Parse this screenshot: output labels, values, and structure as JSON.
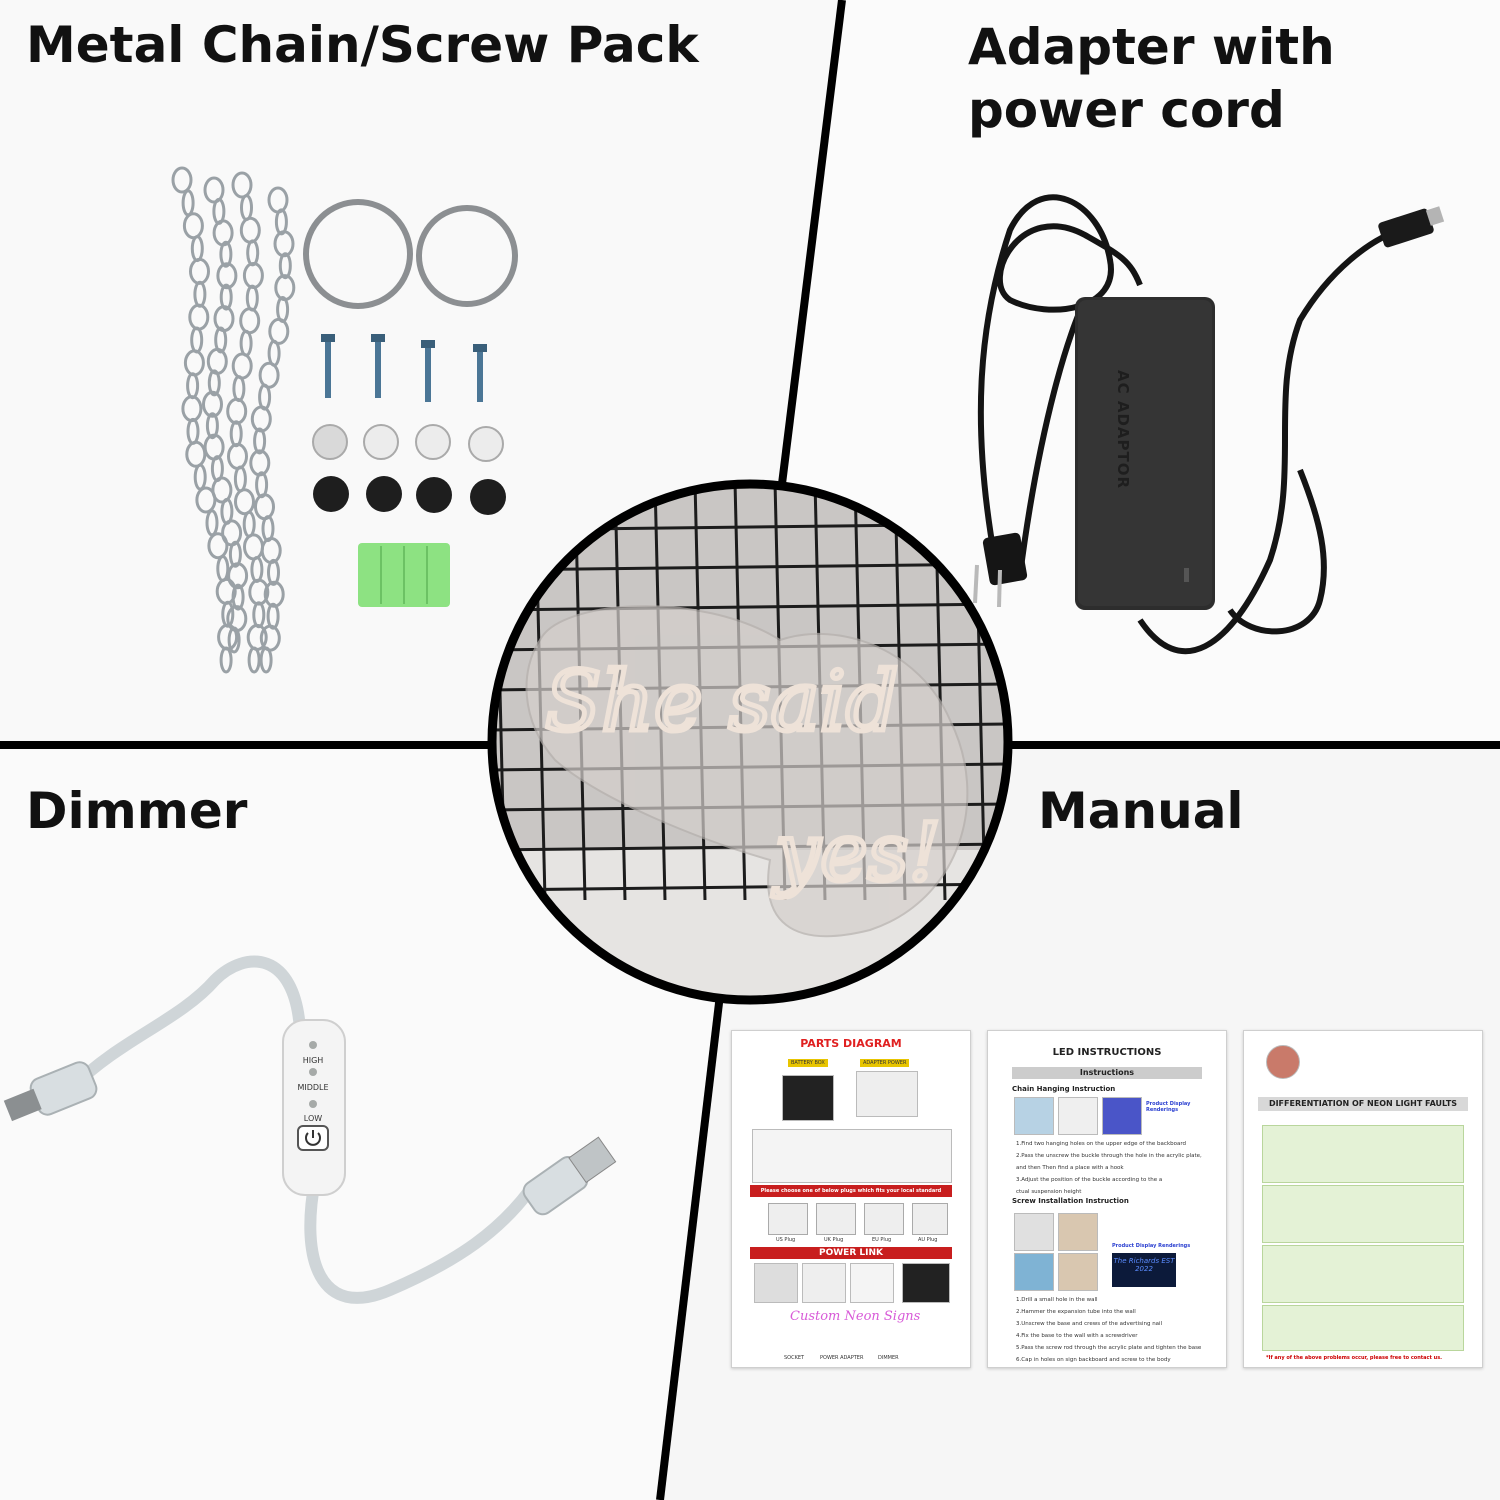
{
  "sections": {
    "chain": {
      "title": "Metal Chain/Screw Pack"
    },
    "adapter": {
      "title": "Adapter with\npower cord",
      "title_line1": "Adapter with",
      "title_line2": "power cord",
      "device_label": "AC ADAPTOR"
    },
    "dimmer": {
      "title": "Dimmer",
      "labels": [
        "HIGH",
        "MIDDLE",
        "LOW"
      ]
    },
    "manual": {
      "title": "Manual"
    }
  },
  "center_sign": {
    "text_line1": "She said",
    "text_line2": "yes!"
  },
  "manual_pages": {
    "page1": {
      "heading": "PARTS DIAGRAM",
      "battery_box": "BATTERY BOX",
      "adapter_power": "ADAPTER POWER",
      "plugs_notice": "Please choose one of below plugs which fits your local standard",
      "plugs": [
        "US Plug",
        "UK Plug",
        "EU Plug",
        "AU Plug"
      ],
      "power_link": "POWER LINK",
      "custom_text": "Custom Neon Signs",
      "footer": [
        "SOCKET",
        "POWER ADAPTER",
        "DIMMER"
      ]
    },
    "page2": {
      "heading": "LED INSTRUCTIONS",
      "sub": "Instructions",
      "chain_section": "Chain Hanging Instruction",
      "renderings": "Product Display Renderings",
      "chain_steps": [
        "1.Find two hanging holes on the upper edge of the backboard",
        "2.Pass the unscrew the buckle through the hole in the acrylic plate,",
        "and then Then find a place with a hook",
        "3.Adjust the position of the buckle according to the a",
        "ctual suspension height"
      ],
      "screw_section": "Screw Installation Instruction",
      "screw_steps": [
        "1.Drill a small hole in the wall",
        "2.Hammer the expansion tube into the wall",
        "3.Unscrew the base and crews of the advertising nail",
        "4.Fix the base to the wall with a screwdriver",
        "5.Pass the screw rod through the acrylic plate and tighten the base",
        "6.Cap in holes on sign backboard and screw to the body"
      ],
      "sample_sign": "The Richards EST 2022"
    },
    "page3": {
      "heading": "DIFFERENTIATION OF NEON LIGHT FAULTS",
      "footnote": "*If any of the above problems occur, please free to contact us."
    }
  },
  "colors": {
    "divider": "#000000",
    "neon_tube": "#eee2d8",
    "grid": "#1c1c1c",
    "manual_red": "#c81e1e"
  }
}
